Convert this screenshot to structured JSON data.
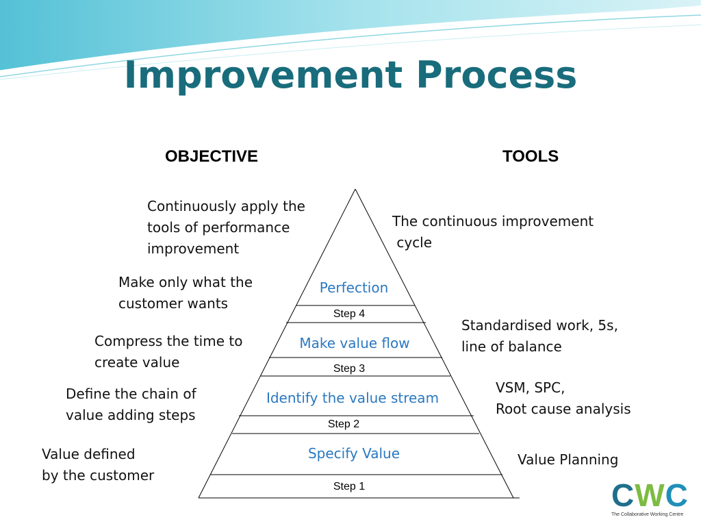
{
  "title": "Improvement Process",
  "columns": {
    "objective": "OBJECTIVE",
    "tools": "TOOLS"
  },
  "pyramid": {
    "stages": [
      {
        "name": "Perfection",
        "step": "Step 4"
      },
      {
        "name": "Make value flow",
        "step": "Step 3"
      },
      {
        "name": "Identify the value stream",
        "step": "Step 2"
      },
      {
        "name": "Specify Value",
        "step": "Step 1"
      }
    ]
  },
  "objectives": [
    {
      "lines": [
        "Continuously apply the",
        "tools of performance",
        "improvement"
      ]
    },
    {
      "lines": [
        "Make only what the",
        "customer wants"
      ]
    },
    {
      "lines": [
        "Compress the time to",
        "create value"
      ]
    },
    {
      "lines": [
        "Define the chain of",
        "value adding steps"
      ]
    },
    {
      "lines": [
        "Value defined",
        "by the customer"
      ]
    }
  ],
  "tools": [
    {
      "lines": [
        "The continuous improvement",
        " cycle"
      ]
    },
    {
      "lines": [
        "Standardised work, 5s,",
        "line of balance"
      ]
    },
    {
      "lines": [
        "VSM, SPC,",
        "Root cause analysis"
      ]
    },
    {
      "lines": [
        "Value Planning"
      ]
    }
  ],
  "logo": {
    "mark_c1": "C",
    "mark_w": "W",
    "mark_c2": "C",
    "subtitle": "The Collaborative Working Centre"
  },
  "colors": {
    "title": "#196c7c",
    "stage_text": "#2a78c0",
    "header_wave": "#5fc6d8"
  }
}
